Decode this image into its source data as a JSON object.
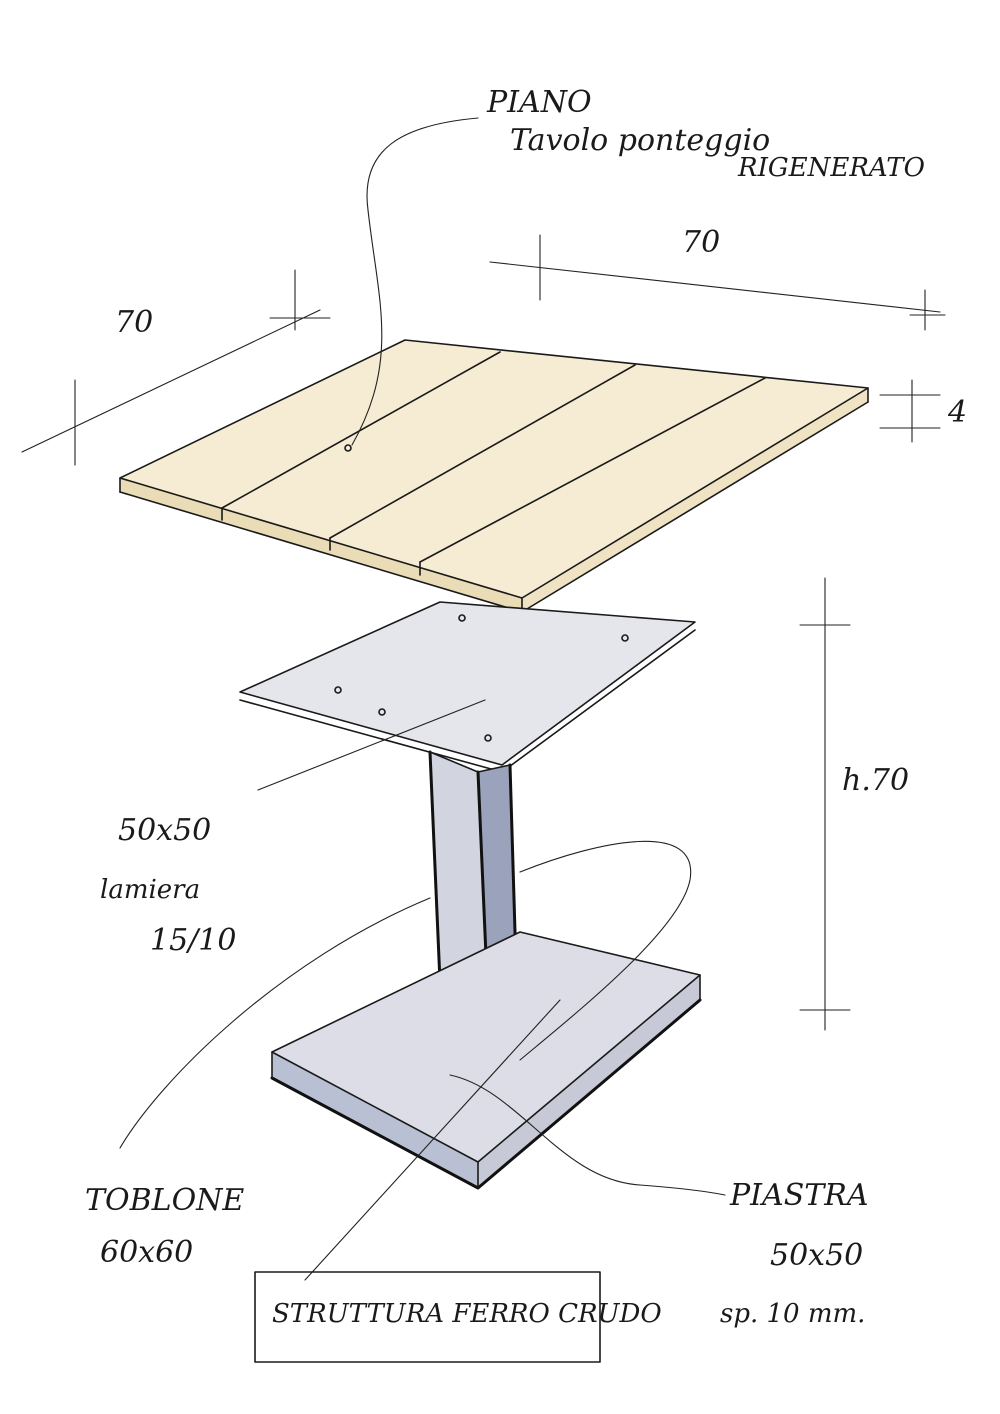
{
  "labels": {
    "top_title_1": "PIANO",
    "top_title_2": "Tavolo ponteggio",
    "top_title_3": "RIGENERATO",
    "dim_depth": "70",
    "dim_width": "70",
    "dim_thickness": "4",
    "dim_height": "h.70",
    "plate_label_1": "50x50",
    "plate_label_2": "lamiera",
    "plate_label_3": "15/10",
    "base_label_1": "TOBLONE",
    "base_label_2": "60x60",
    "foot_label_1": "PIASTRA",
    "foot_label_2": "50x50",
    "foot_label_3": "sp. 10 mm.",
    "structure_label": "STRUTTURA FERRO CRUDO"
  },
  "colors": {
    "ink": "#1a1a1a",
    "wood": "#f6ecd3",
    "steel_light": "#dcdde6",
    "steel_mid": "#c7cad6",
    "steel_dark": "#9aa3bb"
  }
}
